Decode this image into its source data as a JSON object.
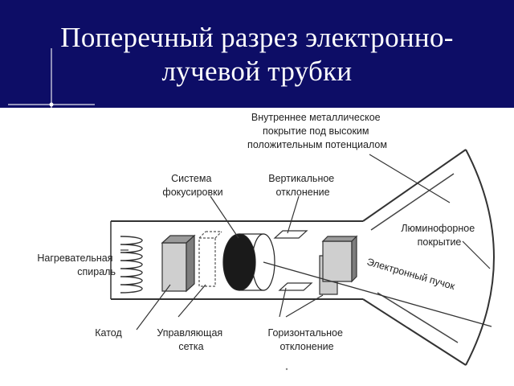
{
  "title": {
    "line1": "Поперечный разрез электронно-",
    "line2": "лучевой трубки"
  },
  "labels": {
    "inner_coating": [
      "Внутреннее металлическое",
      "покрытие под высоким",
      "положительным потенциалом"
    ],
    "focusing_system": [
      "Система",
      "фокусировки"
    ],
    "vertical_deflection": [
      "Вертикальное",
      "отклонение"
    ],
    "phosphor_coating": [
      "Люминофорное",
      "покрытие"
    ],
    "heater_coil": [
      "Нагревательная",
      "спираль"
    ],
    "electron_beam": "Электронный пучок",
    "cathode": "Катод",
    "control_grid": [
      "Управляющая",
      "сетка"
    ],
    "horizontal_deflection": [
      "Горизонтальное",
      "отклонение"
    ]
  },
  "colors": {
    "header_bg": "#0d0d66",
    "title_text": "#ffffff",
    "line": "#333333"
  }
}
